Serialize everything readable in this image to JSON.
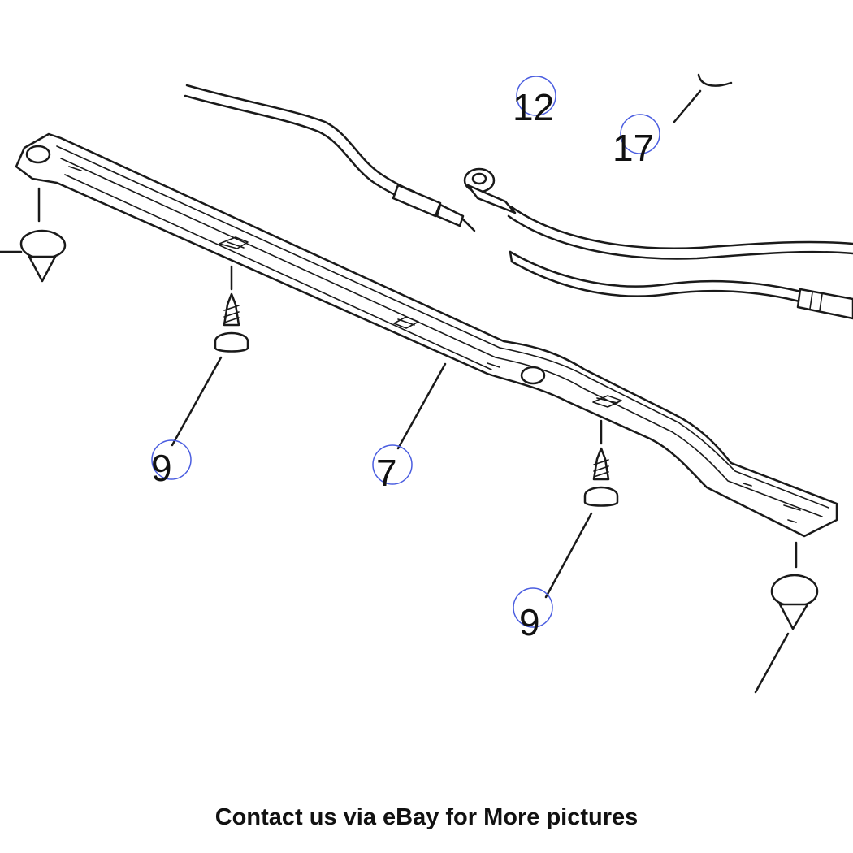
{
  "caption": "Contact us via eBay for More pictures",
  "callout_ring_color": "#4a5de0",
  "callouts": [
    {
      "id": "label-12",
      "text": "12"
    },
    {
      "id": "label-17",
      "text": "17"
    },
    {
      "id": "label-9-left",
      "text": "9"
    },
    {
      "id": "label-7",
      "text": "7"
    },
    {
      "id": "label-9-right",
      "text": "9"
    }
  ]
}
